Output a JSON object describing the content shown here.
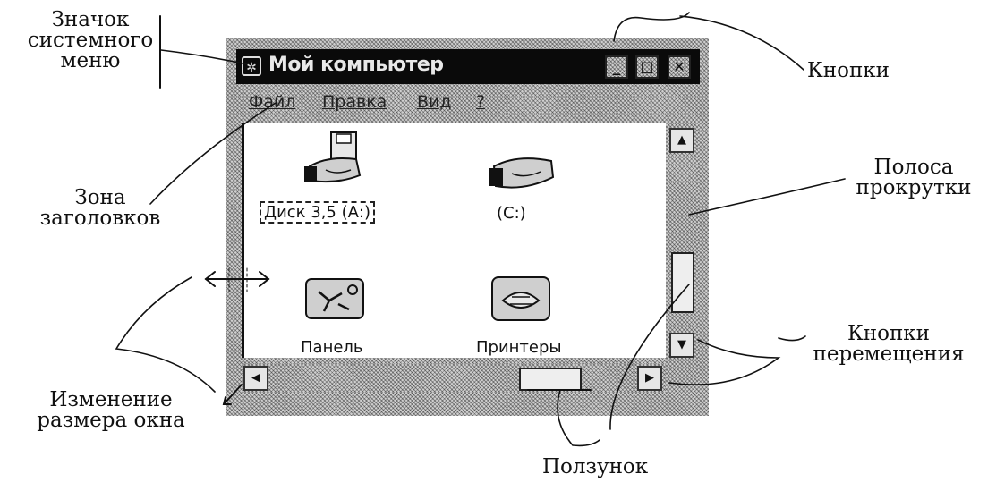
{
  "annotations": {
    "system_menu_icon": [
      "Значок",
      "системного",
      "меню"
    ],
    "buttons": "Кнопки",
    "header_zone": [
      "Зона",
      "заголовков"
    ],
    "scrollbar": [
      "Полоса",
      "прокрутки"
    ],
    "resize_window": [
      "Изменение",
      "размера окна"
    ],
    "move_buttons": [
      "Кнопки",
      "перемещения"
    ],
    "slider": "Ползунок"
  },
  "window": {
    "title": "Мой компьютер",
    "title_icon": "system-menu-icon",
    "title_buttons": [
      "minimize-icon",
      "maximize-icon",
      "close-icon"
    ],
    "menu": [
      "Файл",
      "Правка",
      "Вид",
      "?"
    ],
    "icons": [
      {
        "label": "Диск 3,5 (А:)",
        "icon": "floppy-drive-icon",
        "selected": true
      },
      {
        "label": "(С:)",
        "icon": "hard-drive-icon",
        "selected": false
      },
      {
        "label": "Панель",
        "icon": "control-panel-icon",
        "selected": false
      },
      {
        "label": "Принтеры",
        "icon": "printers-icon",
        "selected": false
      }
    ]
  }
}
